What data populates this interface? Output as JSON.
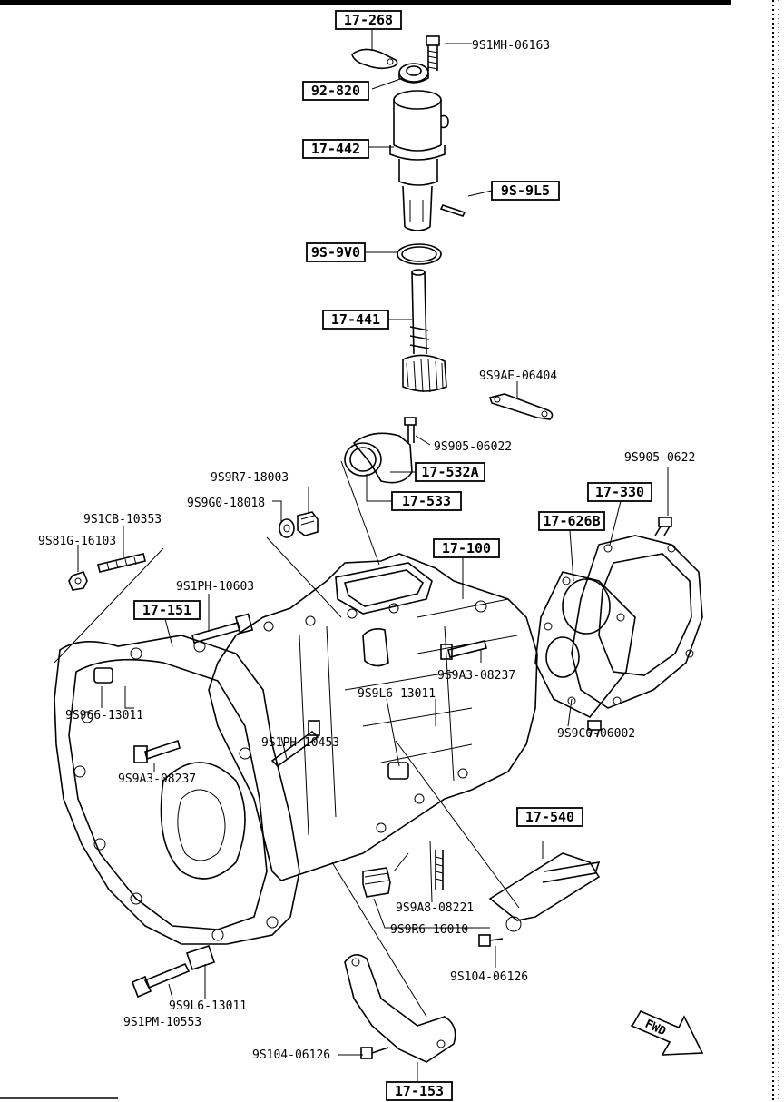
{
  "boxed_labels": {
    "b17_268": "17-268",
    "b92_820": "92-820",
    "b17_442": "17-442",
    "b9s_9l5": "9S-9L5",
    "b9s_9v0": "9S-9V0",
    "b17_441": "17-441",
    "b17_532a": "17-532A",
    "b17_533": "17-533",
    "b17_330": "17-330",
    "b17_626b": "17-626B",
    "b17_100": "17-100",
    "b17_151": "17-151",
    "b17_540": "17-540",
    "b17_153": "17-153"
  },
  "labels": {
    "l9s1mh_06163": "9S1MH-06163",
    "l9s9ae_06404": "9S9AE-06404",
    "l9s905_06022": "9S905-06022",
    "l9s905_0622": "9S905-0622",
    "l9s9r7_18003": "9S9R7-18003",
    "l9s9g0_18018": "9S9G0-18018",
    "l9s1cb_10353": "9S1CB-10353",
    "l9s81g_16103": "9S81G-16103",
    "l9s1ph_10603": "9S1PH-10603",
    "l9s9a3_08237_r": "9S9A3-08237",
    "l9s9l6_13011_m": "9S9L6-13011",
    "l9s966_13011": "9S966-13011",
    "l9s1ph_10453": "9S1PH-10453",
    "l9s9a3_08237_l": "9S9A3-08237",
    "l9s9c0_06002": "9S9C0-06002",
    "l9s9a8_08221": "9S9A8-08221",
    "l9s9r6_16010": "9S9R6-16010",
    "l9s104_06126_r": "9S104-06126",
    "l9s9l6_13011_b": "9S9L6-13011",
    "l9s1pm_10553": "9S1PM-10553",
    "l9s104_06126_b": "9S104-06126"
  },
  "fwd_arrow": {
    "label": "FWD"
  }
}
